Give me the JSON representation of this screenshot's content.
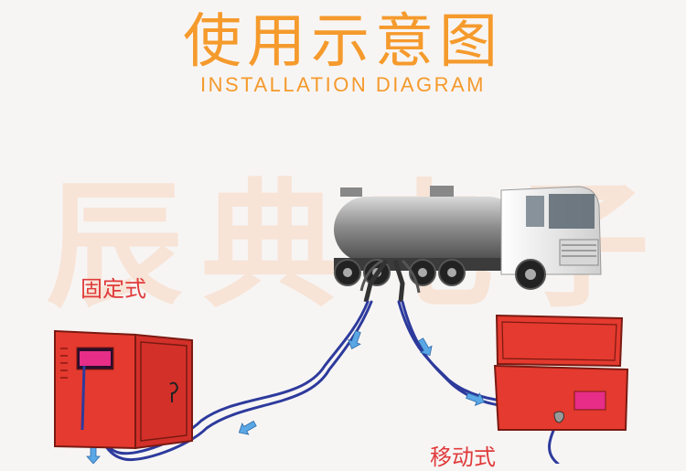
{
  "header": {
    "title_cn": "使用示意图",
    "title_en": "INSTALLATION DIAGRAM"
  },
  "watermark": {
    "text": "辰典电子"
  },
  "labels": {
    "fixed_type": "固定式",
    "mobile_type": "移动式"
  },
  "colors": {
    "title": "#f59a2c",
    "label": "#e03a3a",
    "cabinet": "#e53a2f",
    "cable": "#2d3a9c",
    "arrow": "#5aa7e6",
    "display": "#e62d87"
  },
  "icons": [
    "tanker-truck-icon",
    "fixed-cabinet-icon",
    "mobile-box-icon",
    "flow-arrow-icon"
  ]
}
